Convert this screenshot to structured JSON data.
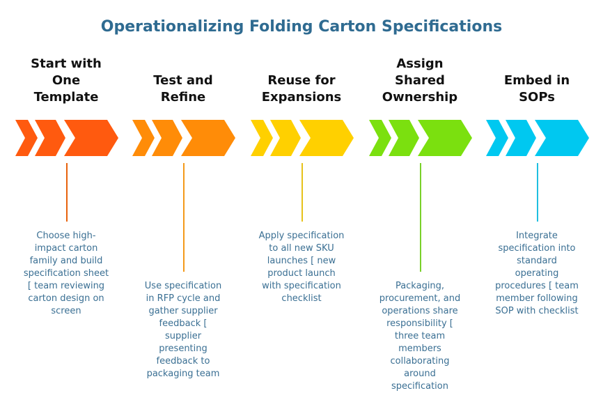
{
  "title": "Operationalizing Folding Carton Specifications",
  "steps": [
    {
      "heading": [
        "Start with",
        "One",
        "Template"
      ],
      "color": "#ff5a0f",
      "description": [
        "Choose high-",
        "impact carton",
        "family and build",
        "specification sheet",
        "[ team reviewing",
        "carton design on",
        "screen"
      ]
    },
    {
      "heading": [
        "Test and",
        "Refine"
      ],
      "color": "#ff8c08",
      "description": [
        "Use specification",
        "in RFP cycle and",
        "gather supplier",
        "feedback [",
        "supplier",
        "presenting",
        "feedback to",
        "packaging team"
      ]
    },
    {
      "heading": [
        "Reuse for",
        "Expansions"
      ],
      "color": "#ffd000",
      "description": [
        "Apply specification",
        "to all new SKU",
        "launches [ new",
        "product launch",
        "with specification",
        "checklist"
      ]
    },
    {
      "heading": [
        "Assign",
        "Shared",
        "Ownership"
      ],
      "color": "#7be00f",
      "description": [
        "Packaging,",
        "procurement, and",
        "operations share",
        "responsibility [",
        "three team",
        "members",
        "collaborating",
        "around",
        "specification"
      ]
    },
    {
      "heading": [
        "Embed in",
        "SOPs"
      ],
      "color": "#00c8f0",
      "description": [
        "Integrate",
        "specification into",
        "standard",
        "operating",
        "procedures [ team",
        "member following",
        "SOP with checklist"
      ]
    }
  ]
}
